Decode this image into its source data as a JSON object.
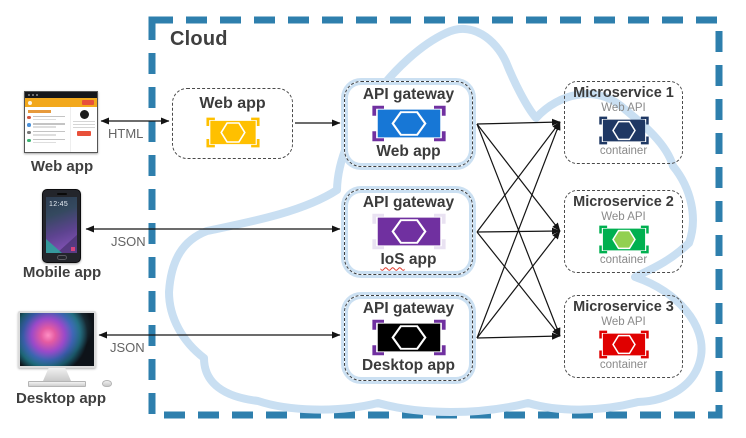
{
  "diagram": {
    "cloud_label": "Cloud",
    "clients": {
      "web": "Web app",
      "mobile": "Mobile app",
      "desktop": "Desktop app",
      "phone_time": "12:45"
    },
    "labels": {
      "html": "HTML",
      "json_mobile": "JSON",
      "json_desktop": "JSON"
    },
    "web_app_box": {
      "title": "Web app"
    },
    "gateways": [
      {
        "title": "API gateway",
        "app": "Web app"
      },
      {
        "title": "API gateway",
        "app_spellcheck": "IoS",
        "app_suffix": " app"
      },
      {
        "title": "API gateway",
        "app": "Desktop app"
      }
    ],
    "microservices": [
      {
        "title": "Microservice 1",
        "api": "Web API",
        "container": "container"
      },
      {
        "title": "Microservice 2",
        "api": "Web API",
        "container": "container"
      },
      {
        "title": "Microservice 3",
        "api": "Web API",
        "container": "container"
      }
    ],
    "colors": {
      "boundary": "#2E7FAD",
      "cloud_stroke": "#C9DFF2",
      "arrow": "#141414",
      "icons": {
        "web_app": {
          "body": "#FFC000",
          "bracket": "#FFC000",
          "hex_fill": "none",
          "hex_stroke": "#FFFFFF"
        },
        "gateway_web": {
          "body": "#1777D6",
          "bracket": "#7030A0",
          "hex_fill": "none",
          "hex_stroke": "#FFFFFF"
        },
        "gateway_ios": {
          "body": "#7030A0",
          "bracket": "#E9E2F2",
          "hex_fill": "none",
          "hex_stroke": "#FFFFFF"
        },
        "gateway_desktop": {
          "body": "#000000",
          "bracket": "#7030A0",
          "hex_fill": "none",
          "hex_stroke": "#FFFFFF"
        },
        "ms1": {
          "body": "#1F3864",
          "bracket": "#1F3864",
          "hex_fill": "none",
          "hex_stroke": "#FFFFFF"
        },
        "ms2": {
          "body": "#00B050",
          "bracket": "#00B050",
          "hex_fill": "#92D050",
          "hex_stroke": "#FFFFFF"
        },
        "ms3": {
          "body": "#E00000",
          "bracket": "#E00000",
          "hex_fill": "none",
          "hex_stroke": "#FFFFFF"
        }
      }
    }
  }
}
